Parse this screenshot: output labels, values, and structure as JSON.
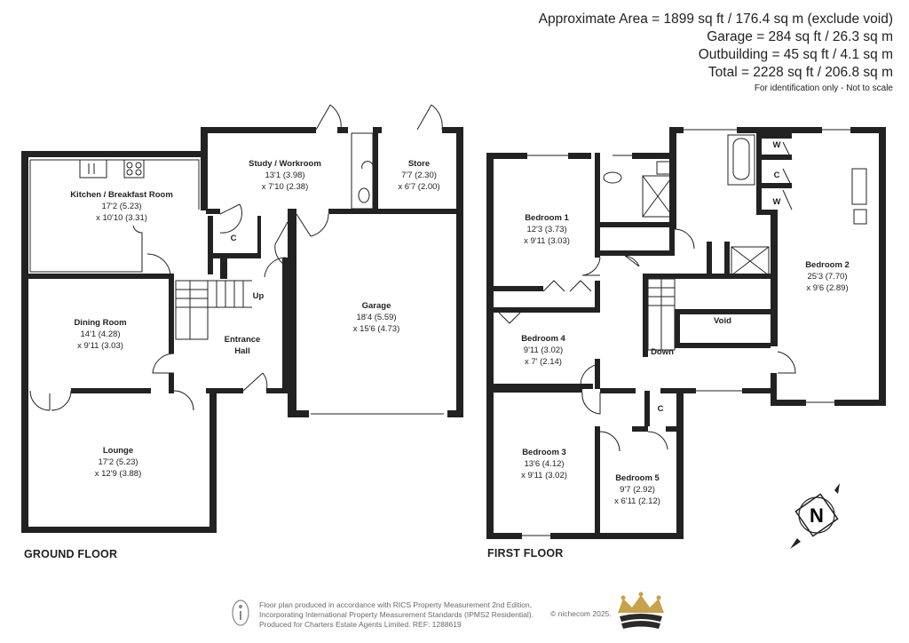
{
  "areas": {
    "line1": "Approximate Area = 1899 sq ft / 176.4 sq m (exclude void)",
    "line2": "Garage = 284 sq ft / 26.3 sq m",
    "line3": "Outbuilding = 45 sq ft / 4.1 sq m",
    "line4": "Total = 2228 sq ft / 206.8 sq m",
    "note": "For identification only - Not to scale"
  },
  "floors": {
    "ground": "GROUND FLOOR",
    "first": "FIRST FLOOR"
  },
  "rooms": {
    "kitchen": {
      "name": "Kitchen / Breakfast Room",
      "dim1": "17'2 (5.23)",
      "dim2": "x 10'10 (3.31)"
    },
    "study": {
      "name": "Study / Workroom",
      "dim1": "13'1 (3.98)",
      "dim2": "x 7'10 (2.38)"
    },
    "store": {
      "name": "Store",
      "dim1": "7'7 (2.30)",
      "dim2": "x 6'7 (2.00)"
    },
    "dining": {
      "name": "Dining Room",
      "dim1": "14'1 (4.28)",
      "dim2": "x 9'11 (3.03)"
    },
    "entrance": {
      "name1": "Entrance",
      "name2": "Hall"
    },
    "garage": {
      "name": "Garage",
      "dim1": "18'4 (5.59)",
      "dim2": "x 15'6 (4.73)"
    },
    "lounge": {
      "name": "Lounge",
      "dim1": "17'2 (5.23)",
      "dim2": "x 12'9 (3.88)"
    },
    "bed1": {
      "name": "Bedroom 1",
      "dim1": "12'3 (3.73)",
      "dim2": "x 9'11 (3.03)"
    },
    "bed2": {
      "name": "Bedroom 2",
      "dim1": "25'3 (7.70)",
      "dim2": "x 9'6 (2.89)"
    },
    "bed3": {
      "name": "Bedroom 3",
      "dim1": "13'6 (4.12)",
      "dim2": "x 9'11 (3.02)"
    },
    "bed4": {
      "name": "Bedroom 4",
      "dim1": "9'11 (3.02)",
      "dim2": "x 7' (2.14)"
    },
    "bed5": {
      "name": "Bedroom 5",
      "dim1": "9'7 (2.92)",
      "dim2": "x 6'11 (2.12)"
    },
    "void": {
      "name": "Void"
    }
  },
  "labels": {
    "c": "C",
    "w": "W",
    "up": "Up",
    "down": "Down",
    "north": "N"
  },
  "footer": {
    "line1": "Floor plan produced in accordance with RICS Property Measurement 2nd Edition,",
    "line2": "Incorporating International Property Measurement Standards (IPMS2 Residential).",
    "line3": "Produced for Charters Estate Agents Limited.   REF: 1288619",
    "copyright": "© nichecom 2025."
  },
  "colors": {
    "wall": "#222222",
    "crown": "#c8a24a",
    "footer_text": "#6a6a6a"
  }
}
